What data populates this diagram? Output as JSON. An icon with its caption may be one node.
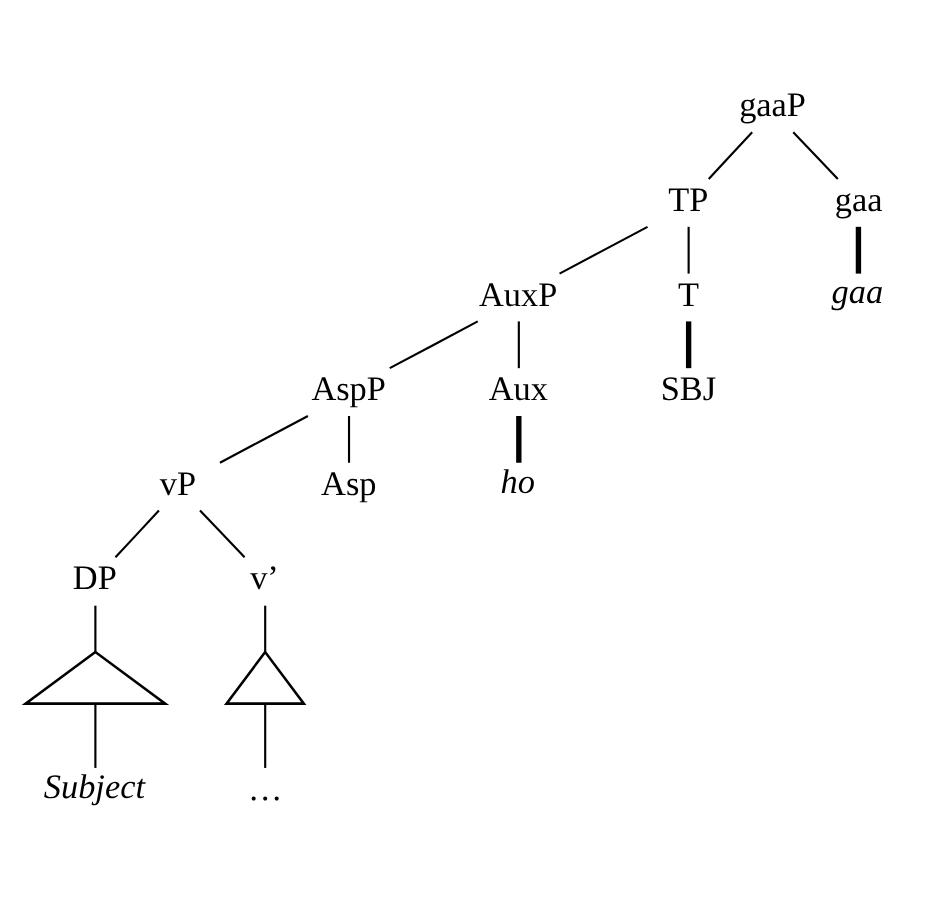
{
  "diagram": {
    "nodes": [
      {
        "text": [
          "gaaP"
        ]
      },
      {
        "text": [
          "TP"
        ]
      },
      {
        "text": [
          "gaa"
        ]
      },
      {
        "text": [
          "AuxP"
        ]
      },
      {
        "text": [
          "T"
        ]
      },
      {
        "text": [
          "gaa"
        ]
      },
      {
        "text": [
          "AspP"
        ]
      },
      {
        "text": [
          "Aux"
        ]
      },
      {
        "text": [
          "SBJ"
        ]
      },
      {
        "text": [
          "vP"
        ]
      },
      {
        "text": [
          "Asp"
        ]
      },
      {
        "text": [
          "ho"
        ]
      },
      {
        "text": [
          "DP"
        ]
      },
      {
        "text": [
          "v’"
        ]
      },
      {
        "text": [],
        "shape": "triangle"
      },
      {
        "text": [],
        "shape": "triangle"
      },
      {
        "text": [
          "Subject"
        ]
      },
      {
        "text": [
          "…"
        ]
      }
    ],
    "edges": [
      {
        "from": 0,
        "to": 1,
        "arrow": "none"
      },
      {
        "from": 0,
        "to": 2,
        "arrow": "none"
      },
      {
        "from": 1,
        "to": 3,
        "arrow": "none"
      },
      {
        "from": 1,
        "to": 4,
        "arrow": "none"
      },
      {
        "from": 2,
        "to": 5,
        "arrow": "none",
        "style": "thick"
      },
      {
        "from": 3,
        "to": 6,
        "arrow": "none"
      },
      {
        "from": 3,
        "to": 7,
        "arrow": "none"
      },
      {
        "from": 4,
        "to": 8,
        "arrow": "none",
        "style": "thick"
      },
      {
        "from": 6,
        "to": 9,
        "arrow": "none"
      },
      {
        "from": 6,
        "to": 10,
        "arrow": "none"
      },
      {
        "from": 7,
        "to": 11,
        "arrow": "none",
        "style": "thick"
      },
      {
        "from": 9,
        "to": 12,
        "arrow": "none"
      },
      {
        "from": 9,
        "to": 13,
        "arrow": "none"
      },
      {
        "from": 12,
        "to": 14,
        "arrow": "none"
      },
      {
        "from": 13,
        "to": 15,
        "arrow": "none"
      },
      {
        "from": 14,
        "to": 16,
        "arrow": "none"
      },
      {
        "from": 15,
        "to": 17,
        "arrow": "none"
      }
    ]
  }
}
